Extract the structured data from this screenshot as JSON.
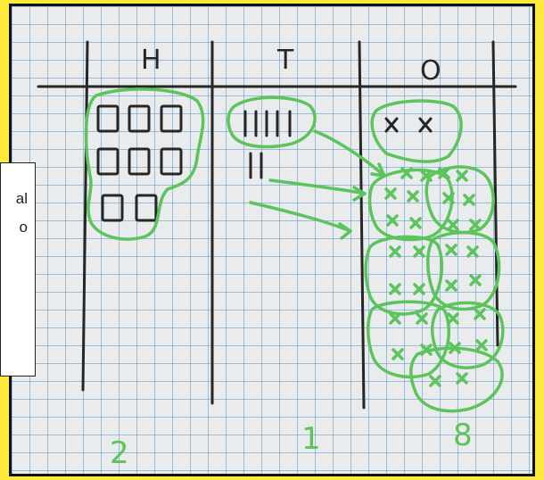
{
  "columns": [
    {
      "header": "H",
      "total": "2"
    },
    {
      "header": "T",
      "total": "1"
    },
    {
      "header": "O",
      "total": "8"
    }
  ],
  "overlay": {
    "line1": "al",
    "line2": "o"
  },
  "colors": {
    "background": "#ffeb3b",
    "ink": "#262626",
    "marker": "#5bc45b",
    "grid": "#5896cd"
  }
}
